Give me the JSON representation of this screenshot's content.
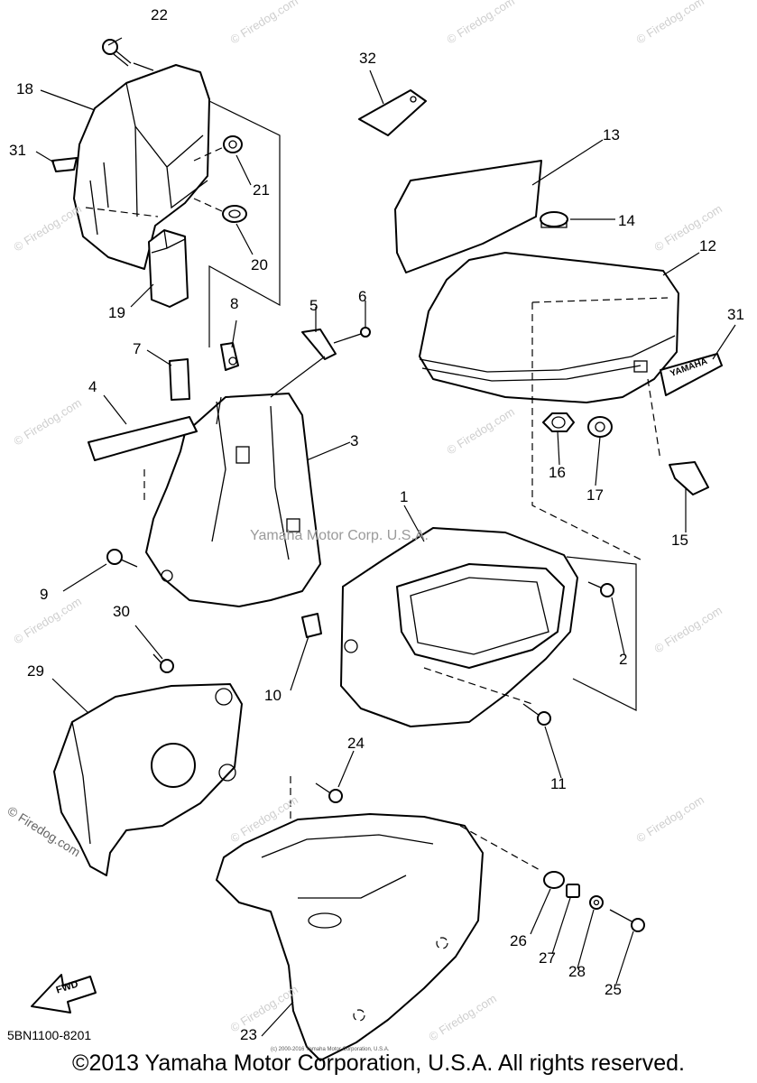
{
  "callouts": [
    {
      "id": "p1",
      "text": "1"
    },
    {
      "id": "p2",
      "text": "2"
    },
    {
      "id": "p3",
      "text": "3"
    },
    {
      "id": "p4",
      "text": "4"
    },
    {
      "id": "p5",
      "text": "5"
    },
    {
      "id": "p6",
      "text": "6"
    },
    {
      "id": "p7",
      "text": "7"
    },
    {
      "id": "p8",
      "text": "8"
    },
    {
      "id": "p9",
      "text": "9"
    },
    {
      "id": "p10",
      "text": "10"
    },
    {
      "id": "p11",
      "text": "11"
    },
    {
      "id": "p12",
      "text": "12"
    },
    {
      "id": "p13",
      "text": "13"
    },
    {
      "id": "p14",
      "text": "14"
    },
    {
      "id": "p15",
      "text": "15"
    },
    {
      "id": "p16",
      "text": "16"
    },
    {
      "id": "p17",
      "text": "17"
    },
    {
      "id": "p18",
      "text": "18"
    },
    {
      "id": "p19",
      "text": "19"
    },
    {
      "id": "p20",
      "text": "20"
    },
    {
      "id": "p21",
      "text": "21"
    },
    {
      "id": "p22",
      "text": "22"
    },
    {
      "id": "p23",
      "text": "23"
    },
    {
      "id": "p24",
      "text": "24"
    },
    {
      "id": "p25",
      "text": "25"
    },
    {
      "id": "p26",
      "text": "26"
    },
    {
      "id": "p27",
      "text": "27"
    },
    {
      "id": "p28",
      "text": "28"
    },
    {
      "id": "p29",
      "text": "29"
    },
    {
      "id": "p30",
      "text": "30"
    },
    {
      "id": "p31a",
      "text": "31"
    },
    {
      "id": "p31b",
      "text": "31"
    },
    {
      "id": "p32",
      "text": "32"
    }
  ],
  "emblem_text": "YAMAHA",
  "fwd_text": "FWD",
  "doc_code": "5BN1100-8201",
  "watermark_center": "Yamaha Motor Corp. U.S.A.",
  "watermark_brand": "© Firedog.com",
  "watermark_brand_left": "© Firedog.com",
  "copyright_small": "(c) 2000-2016 Yamaha Motor Corporation, U.S.A.",
  "copyright": "©2013 Yamaha Motor Corporation, U.S.A. All rights reserved."
}
